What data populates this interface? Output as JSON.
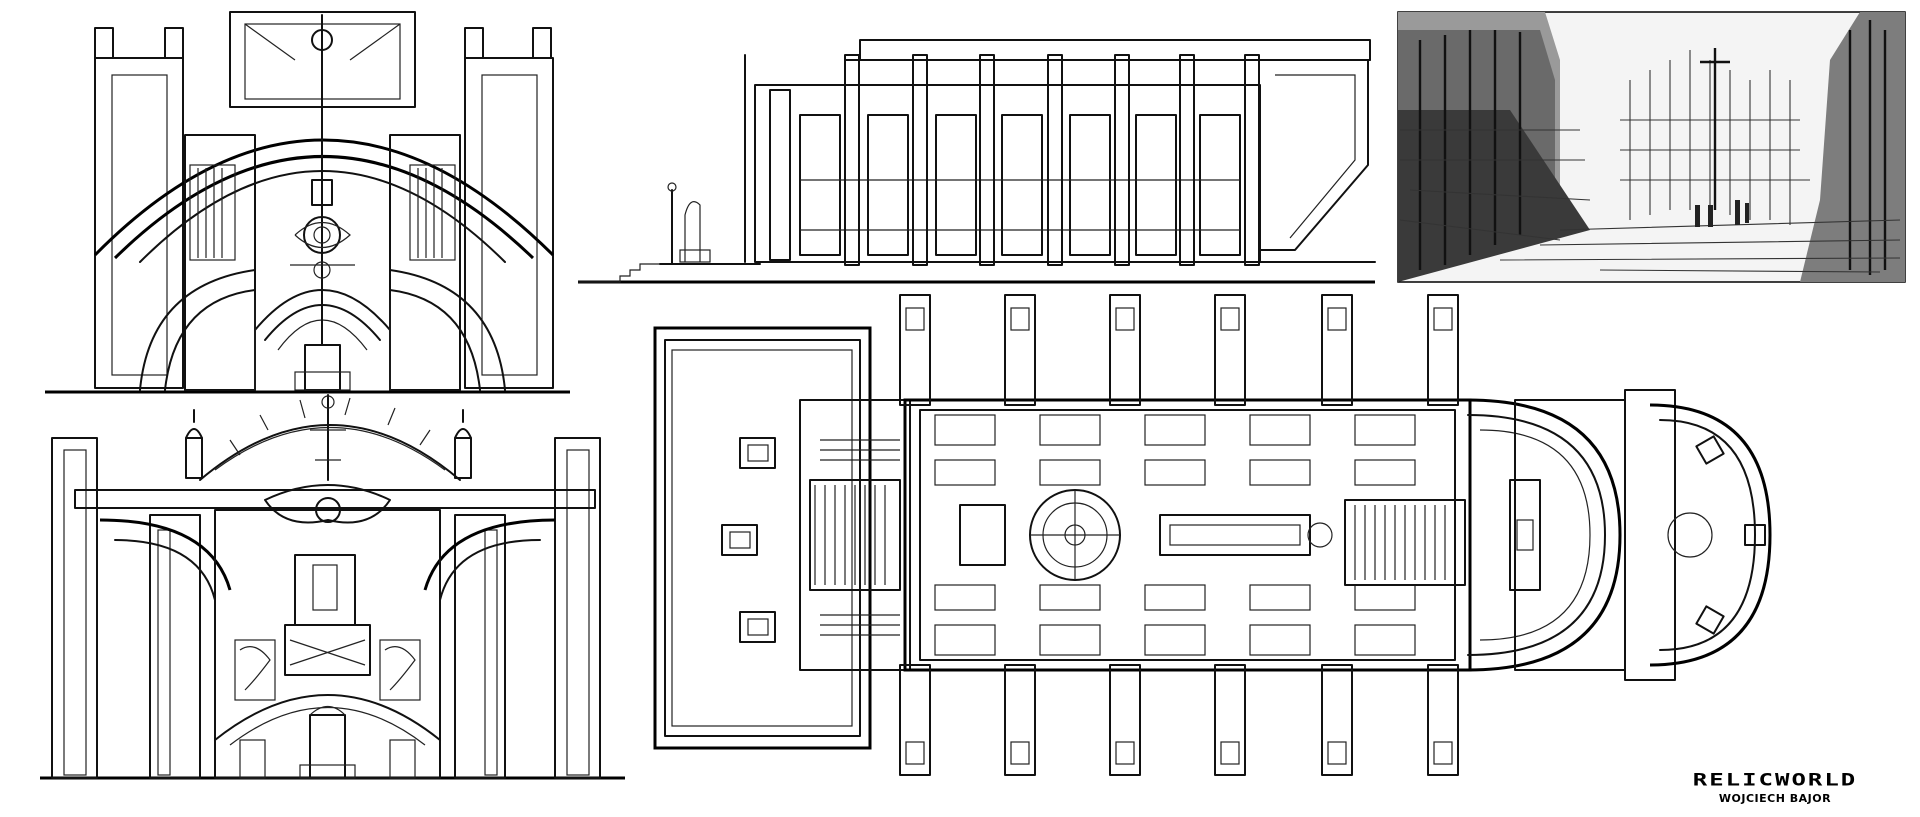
{
  "signature": {
    "logo_text": "RELICWORLD",
    "artist": "WOJCIECH BAJOR"
  },
  "sheet": {
    "background": "#ffffff",
    "ink": "#111111",
    "panels": [
      "front-elevation-arch",
      "side-elevation",
      "perspective-sketch",
      "front-elevation-dome",
      "floor-plan"
    ]
  }
}
